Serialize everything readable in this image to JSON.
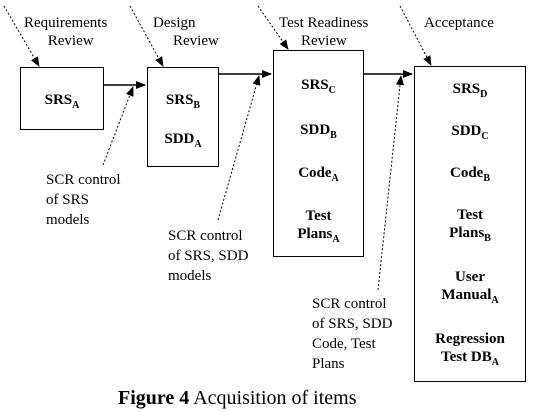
{
  "stages": [
    {
      "line1": "Requirements",
      "line2": "Review"
    },
    {
      "line1": "Design",
      "line2": "Review"
    },
    {
      "line1": "Test Readiness",
      "line2": "Review"
    },
    {
      "line1": "Acceptance",
      "line2": ""
    }
  ],
  "boxes": [
    {
      "items": [
        {
          "main": "SRS",
          "sub": "A"
        }
      ]
    },
    {
      "items": [
        {
          "main": "SRS",
          "sub": "B"
        },
        {
          "main": "SDD",
          "sub": "A"
        }
      ]
    },
    {
      "items": [
        {
          "main": "SRS",
          "sub": "C"
        },
        {
          "main": "SDD",
          "sub": "B"
        },
        {
          "main": "Code",
          "sub": "A"
        },
        {
          "main": "Test",
          "sub": ""
        },
        {
          "main": "Plans",
          "sub": "A"
        }
      ]
    },
    {
      "items": [
        {
          "main": "SRS",
          "sub": "D"
        },
        {
          "main": "SDD",
          "sub": "C"
        },
        {
          "main": "Code",
          "sub": "B"
        },
        {
          "main": "Test",
          "sub": ""
        },
        {
          "main": "Plans",
          "sub": "B"
        },
        {
          "main": "User",
          "sub": ""
        },
        {
          "main": "Manual",
          "sub": "A"
        },
        {
          "main": "Regression",
          "sub": ""
        },
        {
          "main": "Test DB",
          "sub": "A"
        }
      ]
    }
  ],
  "notes": [
    {
      "lines": [
        "SCR control",
        "of SRS",
        "models"
      ]
    },
    {
      "lines": [
        "SCR control",
        "of SRS, SDD",
        "models"
      ]
    },
    {
      "lines": [
        "SCR control",
        "of SRS, SDD",
        "Code, Test",
        "Plans"
      ]
    }
  ],
  "caption": {
    "label": "Figure 4",
    "text": " Acquisition of items"
  }
}
